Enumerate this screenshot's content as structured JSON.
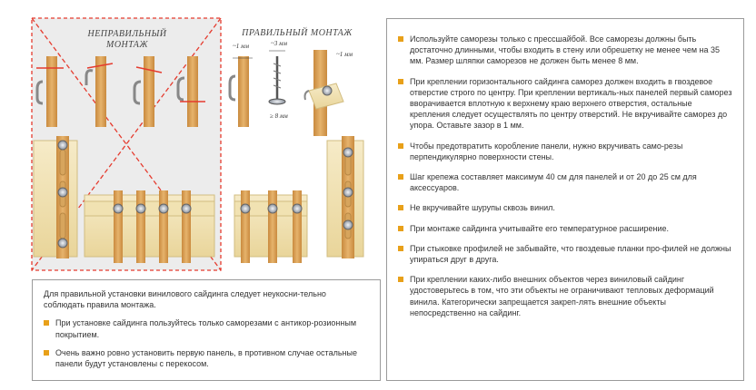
{
  "illustration": {
    "wrong_caption_line1": "НЕПРАВИЛЬНЫЙ",
    "wrong_caption_line2": "МОНТАЖ",
    "right_caption": "ПРАВИЛЬНЫЙ МОНТАЖ",
    "dims": [
      "~1 мм",
      "~3 мм",
      "~1 мм",
      "≥ 8 мм"
    ],
    "colors": {
      "cross": "#e53b2e",
      "siding": "#f3e4b5",
      "wood": "#d9a45e",
      "screw": "#9aa0aa"
    }
  },
  "left_box": {
    "intro": "Для правильной установки винилового сайдинга следует неукосни-тельно соблюдать правила монтажа.",
    "items": [
      "При установке сайдинга пользуйтесь только саморезами с антикор-розионным покрытием.",
      "Очень важно ровно установить первую панель, в противном случае остальные панели будут установлены с перекосом."
    ]
  },
  "right_box": {
    "items": [
      "Используйте саморезы только с прессшайбой. Все саморезы должны быть достаточно длинными, чтобы входить в стену или обрешетку не менее чем на 35 мм. Размер шляпки саморезов не должен быть менее 8 мм.",
      "При креплении горизонтального сайдинга саморез должен входить в гвоздевое отверстие строго по центру. При креплении вертикаль-ных панелей первый саморез вворачивается вплотную к верхнему краю верхнего отверстия, остальные крепления следует осуществлять по центру отверстий. Не вкручивайте саморез до упора. Оставьте зазор в 1 мм.",
      "Чтобы предотвратить коробление панели, нужно вкручивать само-резы перпендикулярно поверхности стены.",
      "Шаг крепежа составляет максимум 40 см для панелей и от 20 до 25 см для аксессуаров.",
      "Не вкручивайте шурупы сквозь винил.",
      "При монтаже сайдинга учитывайте его температурное расширение.",
      "При стыковке профилей не забывайте, что гвоздевые планки про-филей не должны упираться друг в друга.",
      "При креплении каких-либо внешних объектов через виниловый сайдинг удостоверьтесь в том, что эти объекты не ограничивают тепловых деформаций винила. Категорически запрещается закреп-лять внешние объекты непосредственно на сайдинг."
    ]
  }
}
